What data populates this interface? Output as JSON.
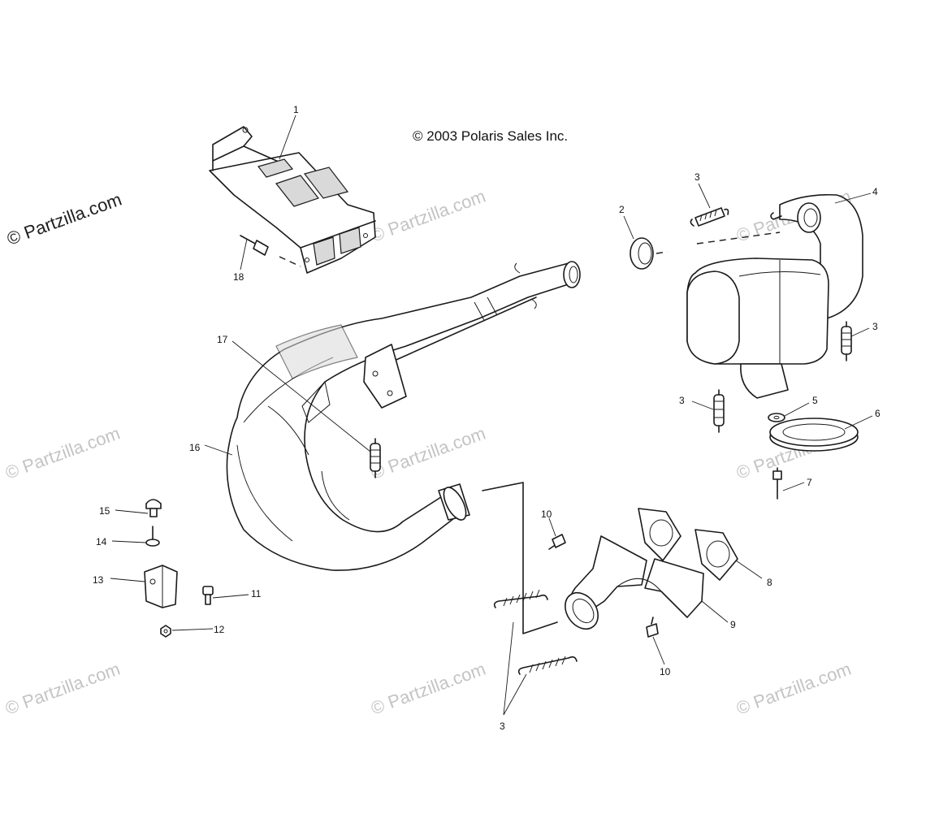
{
  "copyright": "© 2003 Polaris Sales Inc.",
  "watermark": "© Partzilla.com",
  "callouts": {
    "c1": "1",
    "c2": "2",
    "c3": "3",
    "c4": "4",
    "c5": "5",
    "c6": "6",
    "c7": "7",
    "c8": "8",
    "c9": "9",
    "c10": "10",
    "c11": "11",
    "c12": "12",
    "c13": "13",
    "c14": "14",
    "c15": "15",
    "c16": "16",
    "c17": "17",
    "c18": "18"
  },
  "colors": {
    "line": "#1a1a1a",
    "watermark": "#c4c4c4",
    "background": "#ffffff"
  }
}
